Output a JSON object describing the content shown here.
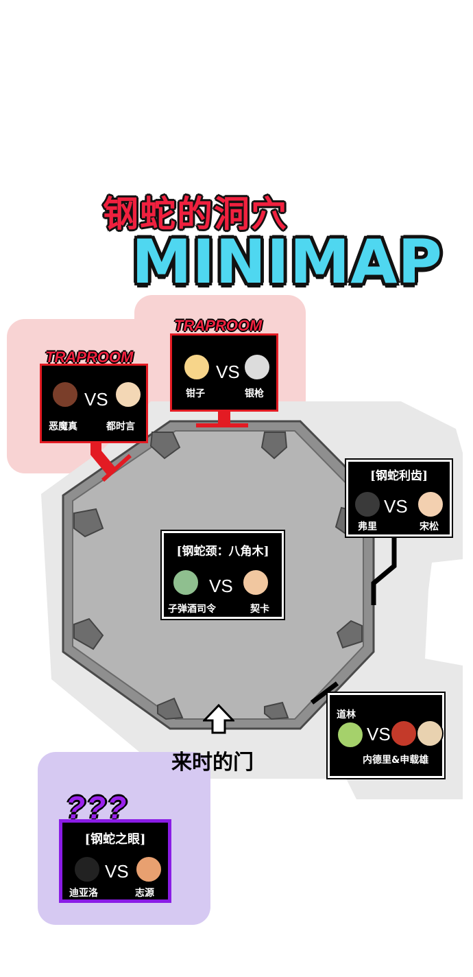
{
  "title": {
    "cn": "钢蛇的洞穴",
    "en": "MINIMAP"
  },
  "trap_label": "TRAPROOM",
  "door_label": "来时的门",
  "unknown_label": "???",
  "vs": "VS",
  "cards": {
    "left_trap": {
      "left": "恶魔真",
      "right": "都时言"
    },
    "top_trap": {
      "left": "钳子",
      "right": "银枪"
    },
    "east": {
      "title": "[钢蛇利齿]",
      "left": "弗里",
      "right": "宋松"
    },
    "center": {
      "title": "[钢蛇颈：八角木]",
      "left": "子弹酒司令",
      "right": "契卡"
    },
    "southeast": {
      "left": "道林",
      "right": "内德里&申载雄"
    },
    "eye": {
      "title": "[钢蛇之眼]",
      "left": "迪亚洛",
      "right": "志源"
    }
  },
  "colors": {
    "trap_red": "#e31b23",
    "title_red": "#f0213f",
    "title_cyan": "#4fd7f0",
    "purple": "#8a1ce6",
    "pink_zone": "#f8d3d3",
    "gray_zone": "#e8e8e8",
    "purple_zone": "#d6c9f2"
  },
  "icons": [
    "up-arrow-icon",
    "character-face-icon"
  ]
}
